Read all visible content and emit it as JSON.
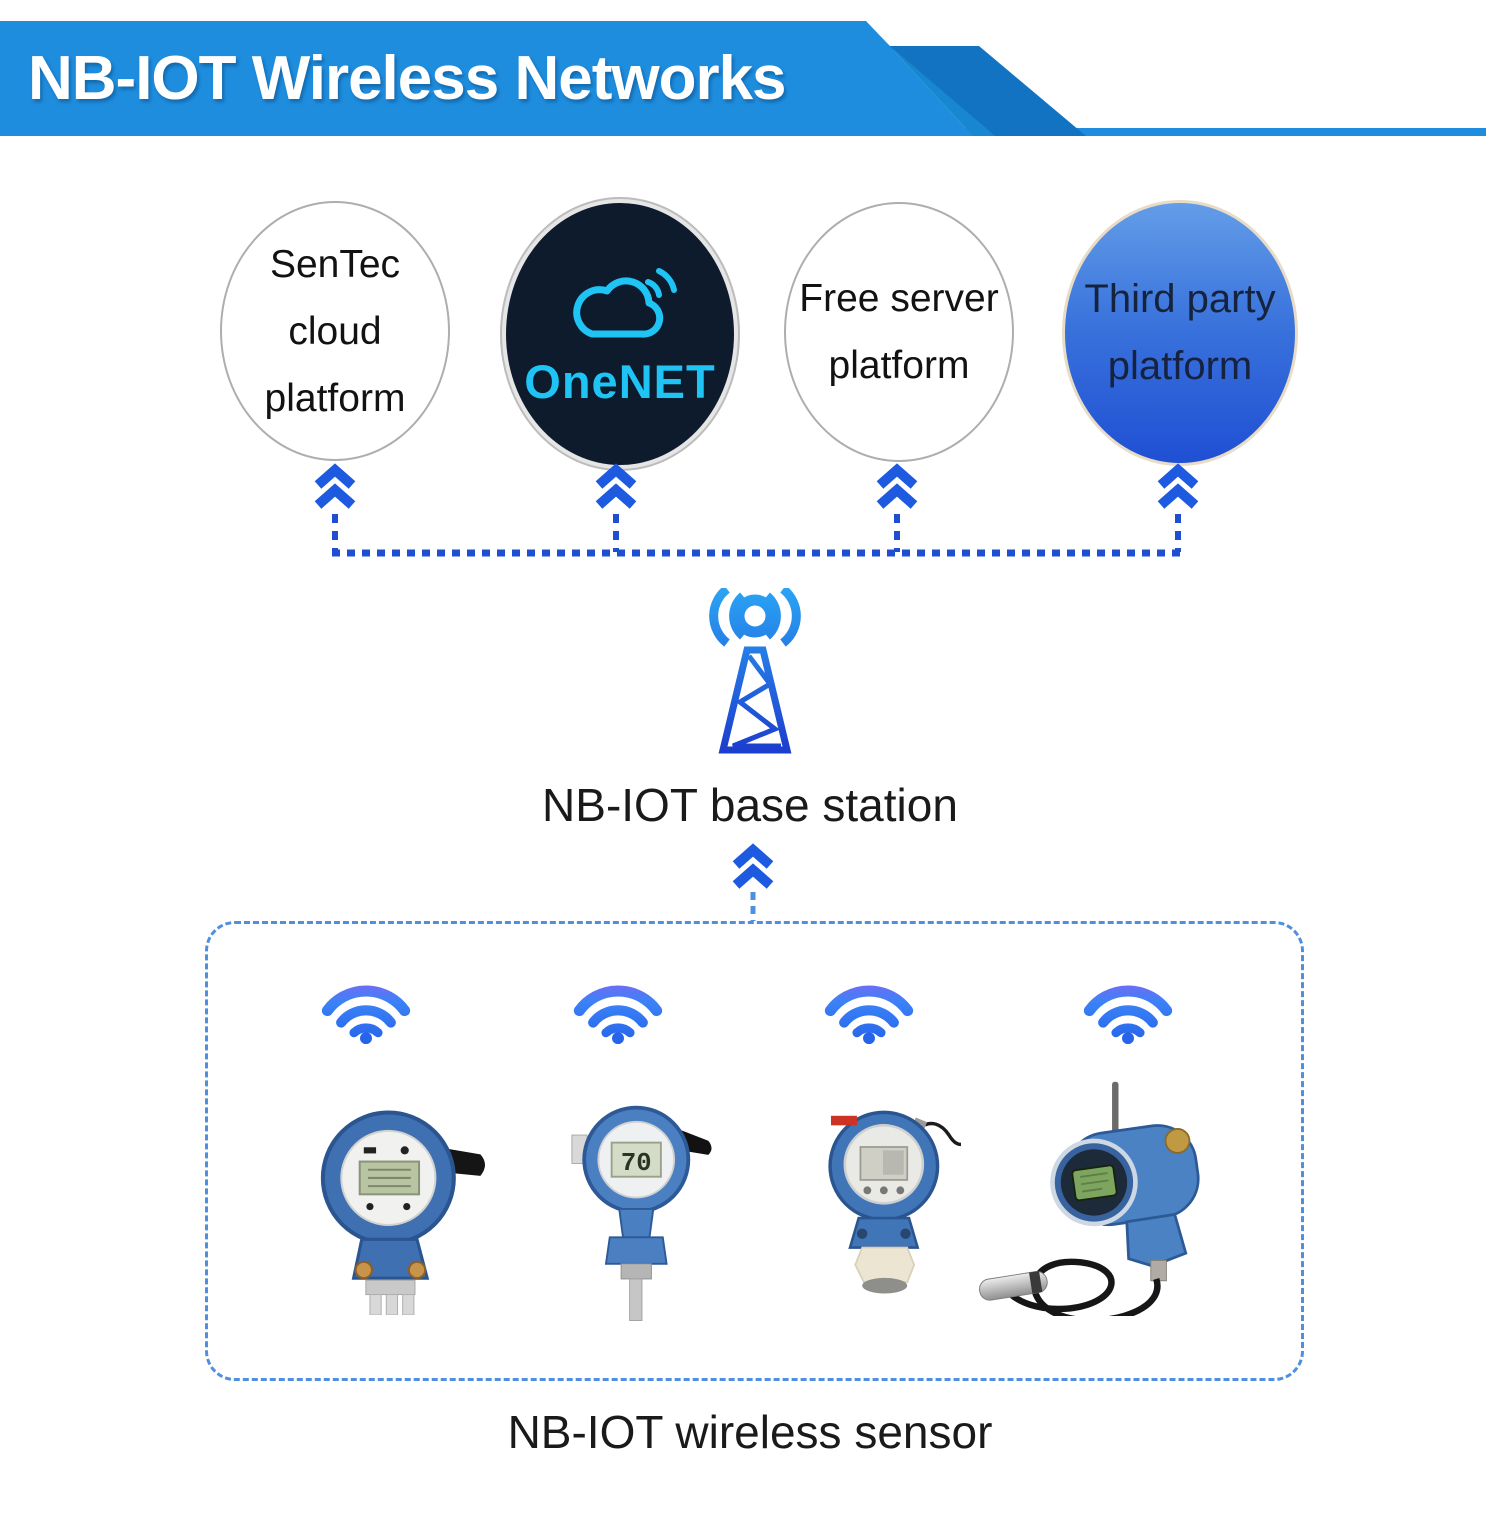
{
  "title": "NB-IOT Wireless Networks",
  "platforms": [
    {
      "label_line1": "SenTec cloud",
      "label_line2": "platform",
      "style": "white-circle"
    },
    {
      "logo_text": "OneNET",
      "style": "dark-circle",
      "icon": "cloud-icon"
    },
    {
      "label_line1": "Free server",
      "label_line2": "platform",
      "style": "white-circle"
    },
    {
      "label_line1": "Third party",
      "label_line2": "platform",
      "style": "blue-gradient-circle"
    }
  ],
  "base_station": {
    "label": "NB-IOT base station",
    "icon": "radio-tower-icon"
  },
  "sensor_group": {
    "label": "NB-IOT wireless sensor",
    "devices": [
      {
        "icon": "pressure-transmitter-device"
      },
      {
        "icon": "temperature-transmitter-device",
        "lcd_value": "70"
      },
      {
        "icon": "ultrasonic-level-sensor-device"
      },
      {
        "icon": "submersible-level-transmitter-device"
      }
    ]
  },
  "icons": {
    "up_chevron": "double-chevron-up-icon",
    "wifi": "wifi-signal-icon",
    "cloud": "cloud-icon",
    "tower": "radio-tower-icon"
  },
  "colors": {
    "banner_blue": "#1e8dde",
    "banner_accent_blue": "#1273c2",
    "connector_blue": "#1d4fd0",
    "box_dash_blue": "#4e8fe0",
    "chevron_blue": "#1e5ae0",
    "onenet_cyan": "#1fc3f4",
    "onenet_circle_bg": "#0e1b2d",
    "third_party_top": "#639de8",
    "third_party_bottom": "#1f4fd4",
    "wifi_purple": "#9c59f2",
    "wifi_blue": "#2563eb",
    "tower_top": "#2aa4f4",
    "tower_bottom": "#1c38cc"
  }
}
